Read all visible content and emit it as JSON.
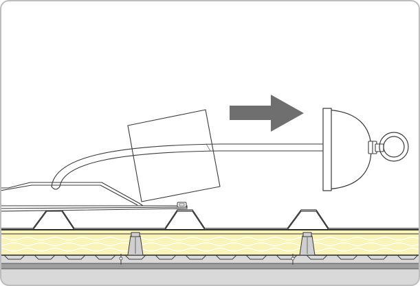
{
  "figure": {
    "kind": "technical-illustration",
    "colors": {
      "frame_border": "#bdbdbd",
      "background": "#ffffff",
      "line": "#3a3a3a",
      "insulation_fill": "#fbf4b8",
      "insulation_wave": "#ffffff",
      "insulation_edge": "#2e2e2e",
      "deck_light": "#d9d9d9",
      "deck_dark": "#9e9e9e",
      "arrow": "#6f6f6f",
      "bracket": "#cfcfcf"
    },
    "parts": {
      "roof_sheet_profile": "trapezoidal-sheet",
      "insulation_layer": "mineral-wool",
      "support_deck": "steel-deck",
      "brackets": "spacer-brackets",
      "loose_panel": "tilted-square-plate",
      "lifting_tool": "hand-pull-rod-with-cup",
      "motion_arrow": "right-arrow-icon"
    }
  }
}
